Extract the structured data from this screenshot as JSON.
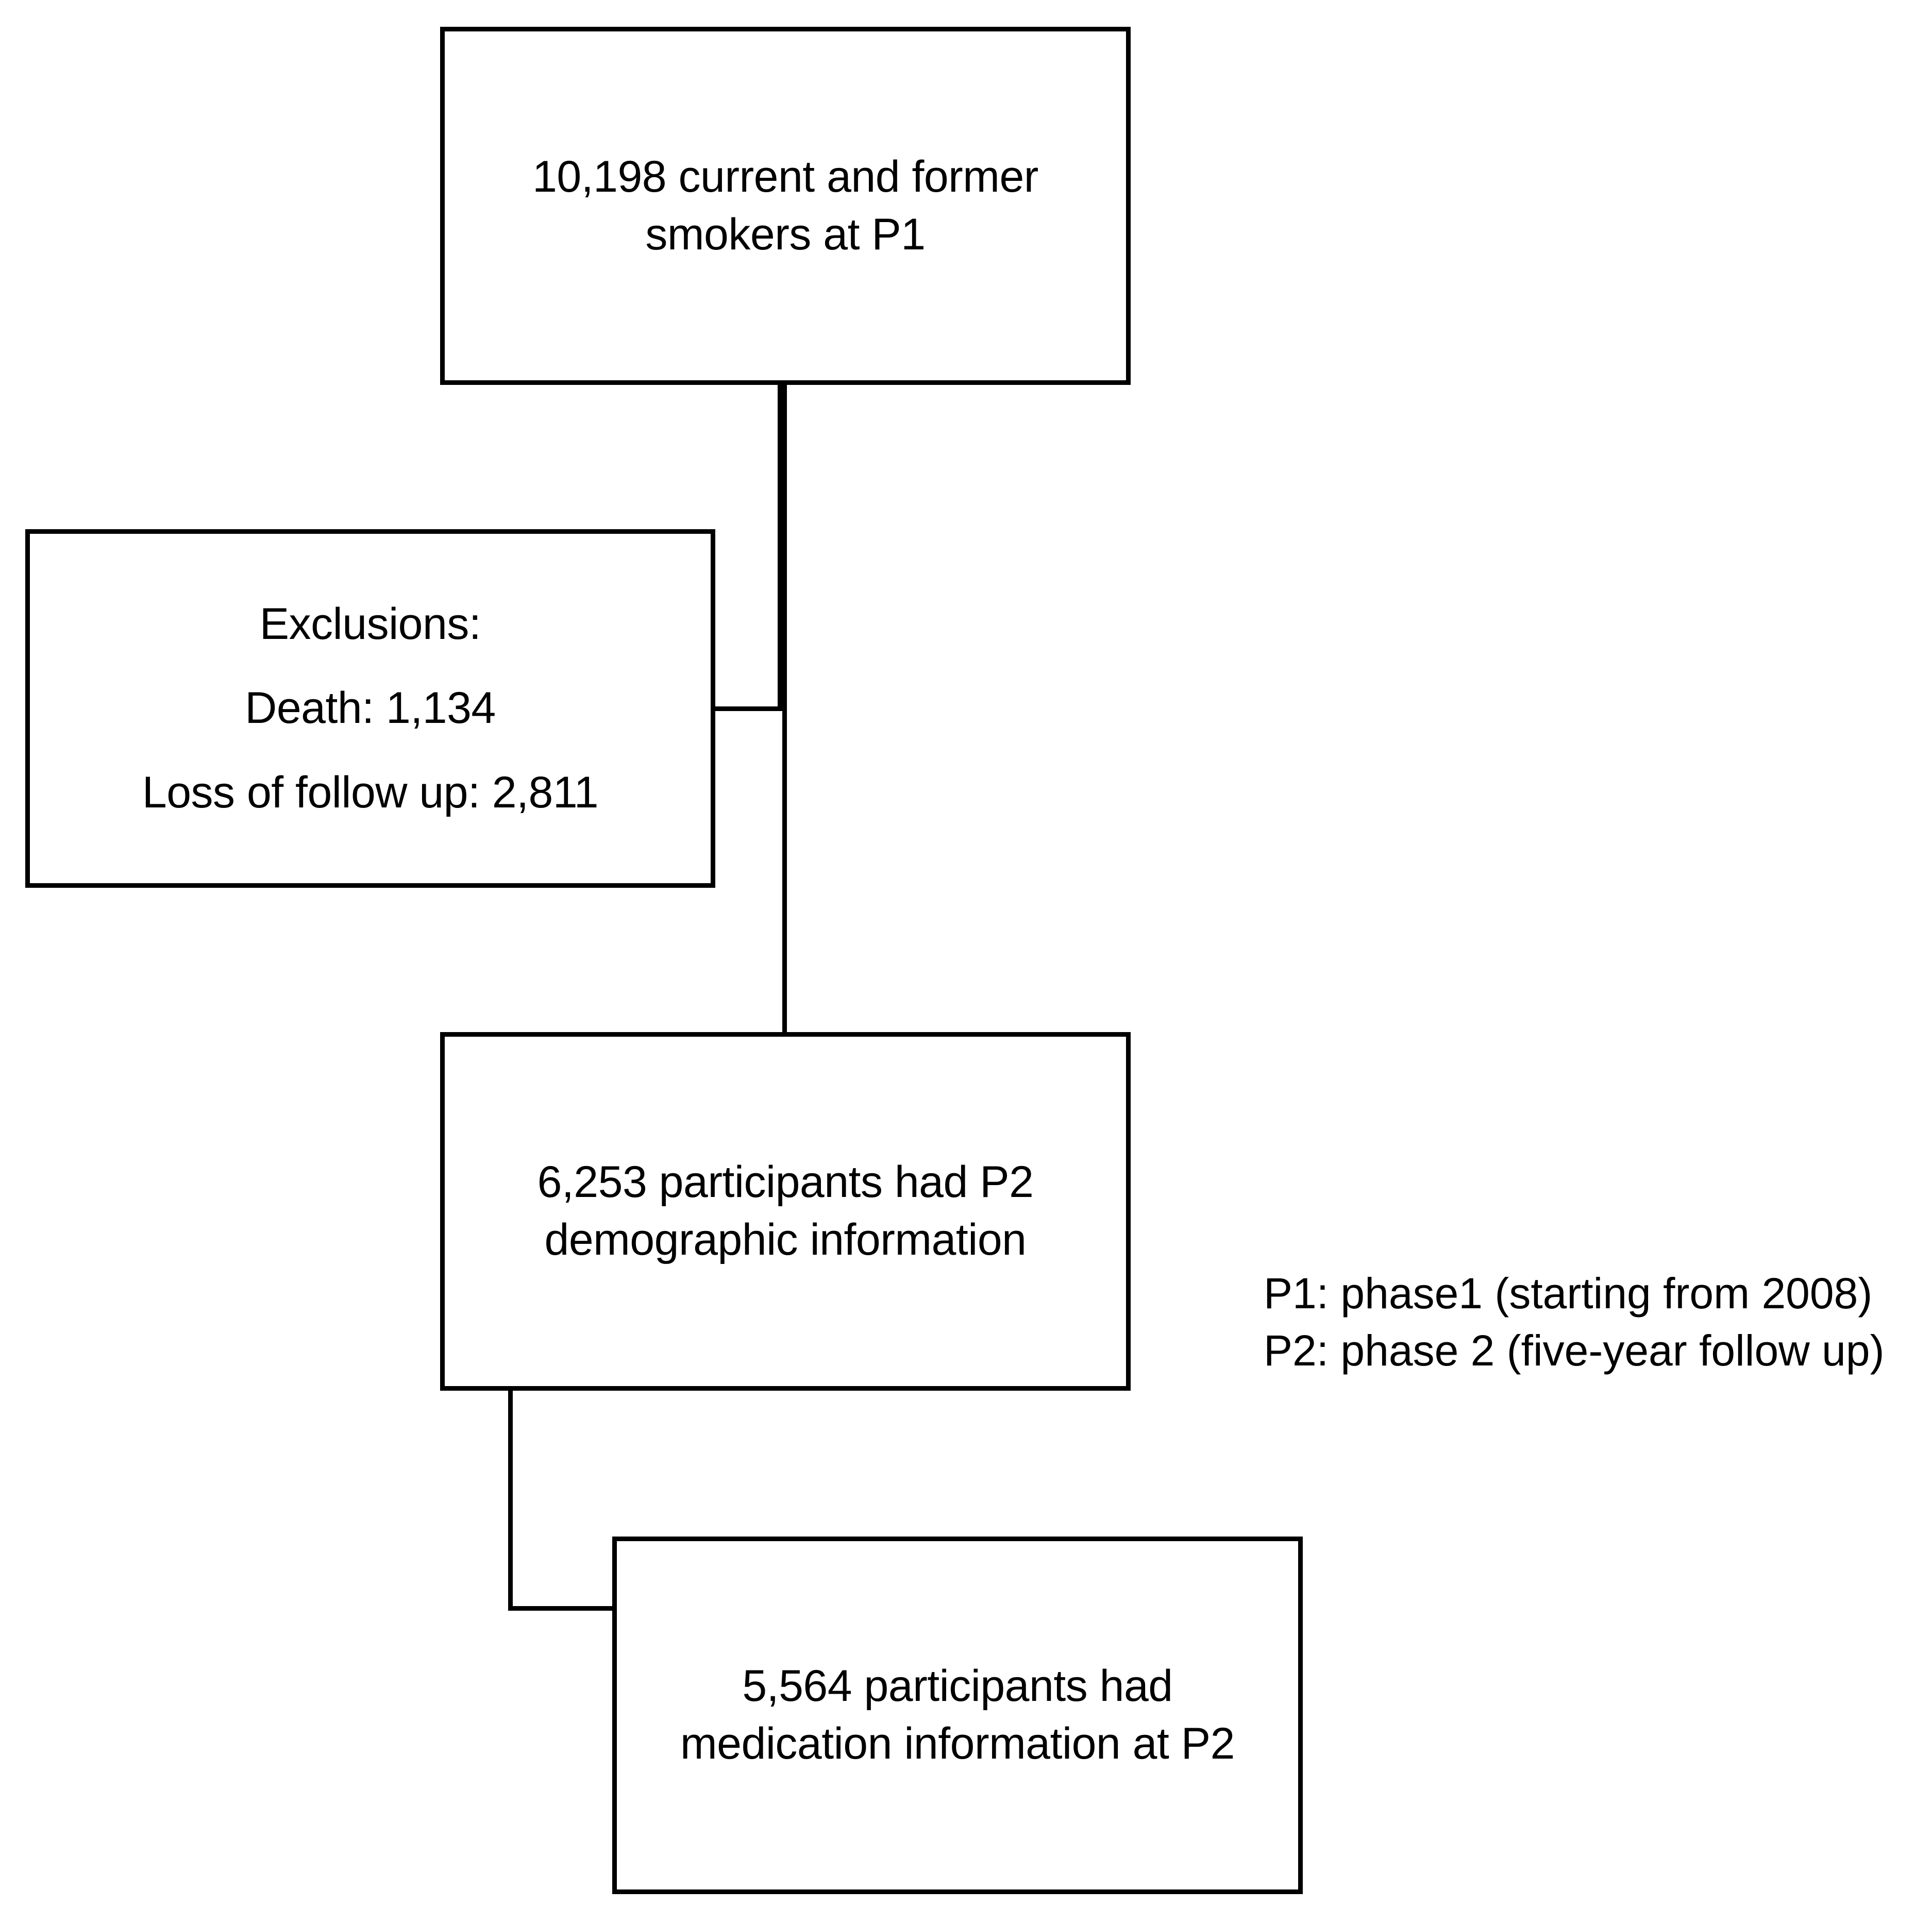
{
  "diagram": {
    "type": "participant-flow-diagram",
    "background_color": "#ffffff",
    "line_color": "#000000",
    "text_color": "#000000",
    "boxes": [
      {
        "id": "enrollment",
        "name": "top-box",
        "text": "10,198 current and former\nsmokers at P1",
        "count": 10198,
        "label": "current and former smokers at P1",
        "phase": "P1"
      },
      {
        "id": "exclusions",
        "name": "exclusions-box",
        "heading": "Exclusions:",
        "text": "Exclusions:\nDeath: 1,134\nLoss of follow up: 2,811",
        "items": [
          {
            "label": "Death",
            "value": "1,134",
            "count": 1134
          },
          {
            "label": "Loss of follow up",
            "value": "2,811",
            "count": 2811
          }
        ]
      },
      {
        "id": "demographics",
        "name": "middle-box",
        "text": "6,253 participants had P2\ndemographic information",
        "count": 6253,
        "label": "participants had P2 demographic information",
        "phase": "P2"
      },
      {
        "id": "medication",
        "name": "bottom-box",
        "text": "5,564 participants had\nmedication information at P2",
        "count": 5564,
        "label": "participants had medication information at P2",
        "phase": "P2"
      }
    ]
  },
  "legend": {
    "lines": [
      "P1: phase1 (starting from 2008)",
      "P2: phase 2 (five-year follow up)"
    ],
    "p1": "P1: phase1 (starting from 2008)",
    "p2": "P2: phase 2 (five-year follow up)"
  }
}
